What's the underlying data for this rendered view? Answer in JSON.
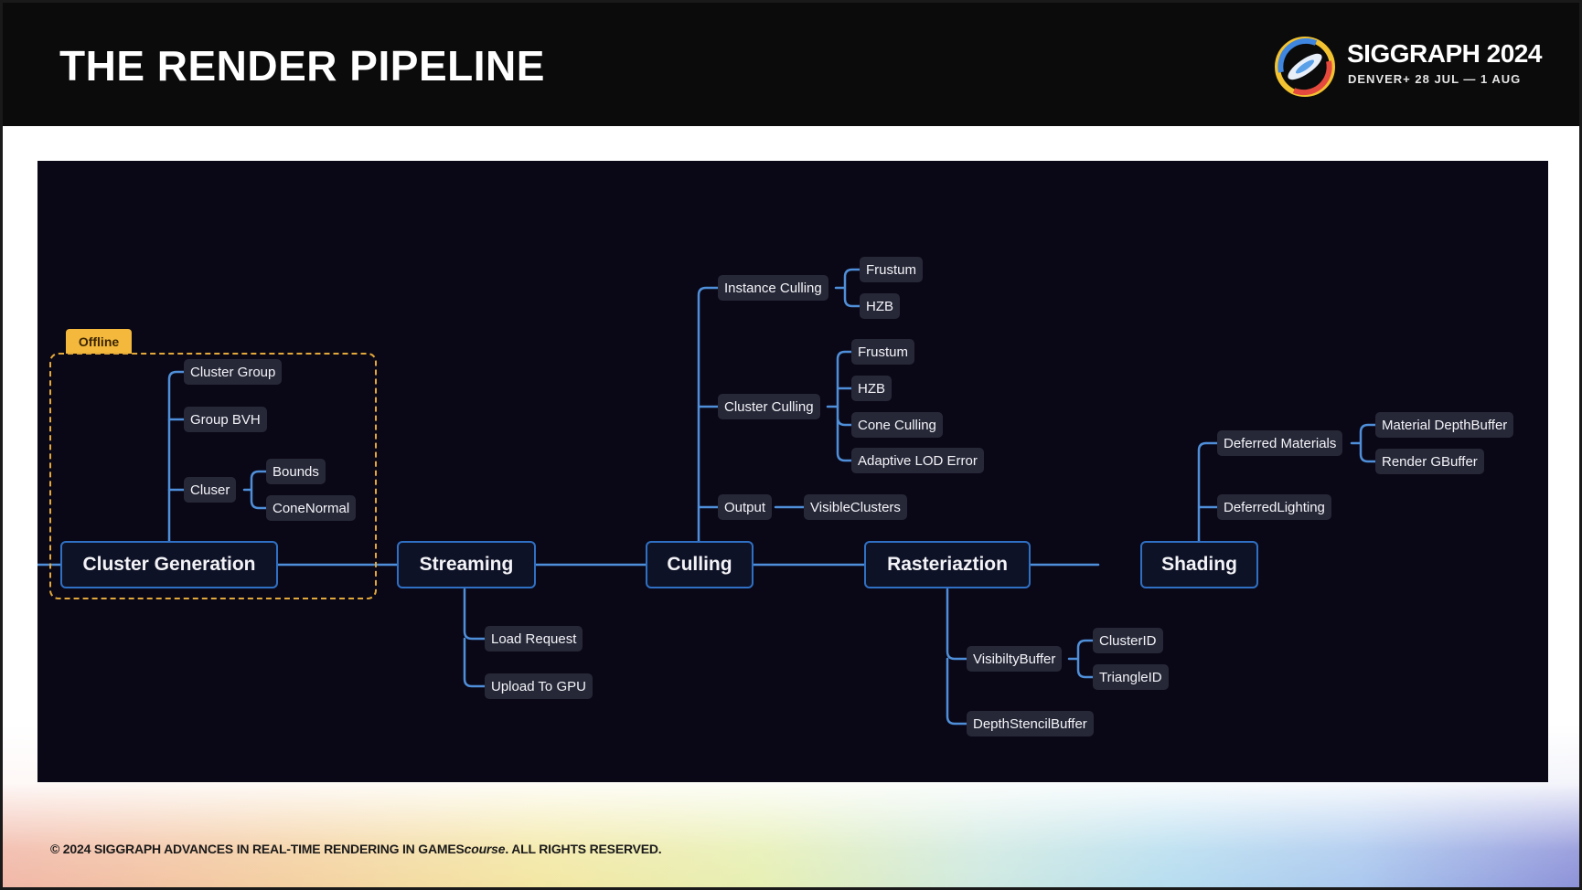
{
  "slide": {
    "title": "THE RENDER PIPELINE",
    "brand": {
      "name": "SIGGRAPH 2024",
      "subtitle": "DENVER+ 28 JUL — 1 AUG"
    },
    "footer": {
      "main": "© 2024 SIGGRAPH ADVANCES IN REAL-TIME RENDERING IN GAMES",
      "course": "course",
      "rights": ". ALL RIGHTS RESERVED."
    }
  },
  "colors": {
    "panel_background": "#0a0716",
    "connector": "#4f8fd9",
    "main_border": "#2f70c4",
    "offline_accent": "#f4b93c"
  },
  "diagram": {
    "offline_tag": "Offline",
    "main_nodes": {
      "cluster_generation": "Cluster Generation",
      "streaming": "Streaming",
      "culling": "Culling",
      "rasterization": "Rasteriaztion",
      "shading": "Shading"
    },
    "cluster_generation": {
      "cluster_group": "Cluster Group",
      "group_bvh": "Group BVH",
      "cluster": "Cluser",
      "bounds": "Bounds",
      "cone_normal": "ConeNormal"
    },
    "streaming": {
      "load_request": "Load Request",
      "upload_to_gpu": "Upload To GPU"
    },
    "culling": {
      "instance_culling": "Instance Culling",
      "instance_frustum": "Frustum",
      "instance_hzb": "HZB",
      "cluster_culling": "Cluster Culling",
      "cluster_frustum": "Frustum",
      "cluster_hzb": "HZB",
      "cone_culling": "Cone Culling",
      "adaptive_lod_error": "Adaptive LOD Error",
      "output": "Output",
      "visible_clusters": "VisibleClusters"
    },
    "rasterization": {
      "visibility_buffer": "VisibiltyBuffer",
      "cluster_id": "ClusterID",
      "triangle_id": "TriangleID",
      "depth_stencil_buffer": "DepthStencilBuffer"
    },
    "shading": {
      "deferred_materials": "Deferred Materials",
      "material_depth_buffer": "Material DepthBuffer",
      "render_gbuffer": "Render GBuffer",
      "deferred_lighting": "DeferredLighting"
    }
  }
}
